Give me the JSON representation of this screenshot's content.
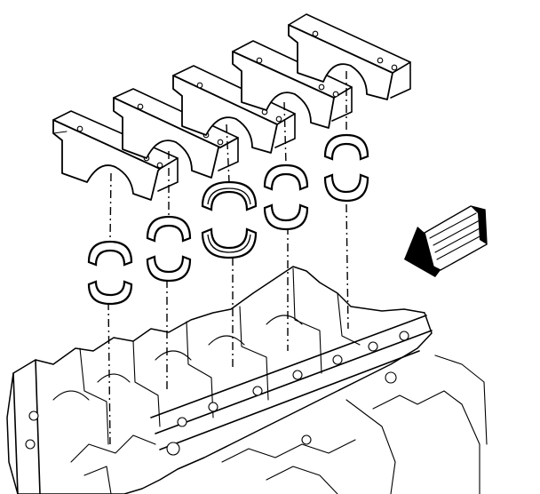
{
  "diagram": {
    "main_caps": 5,
    "bearing_shells": 5,
    "direction_arrow": "front-of-engine-arrow"
  }
}
